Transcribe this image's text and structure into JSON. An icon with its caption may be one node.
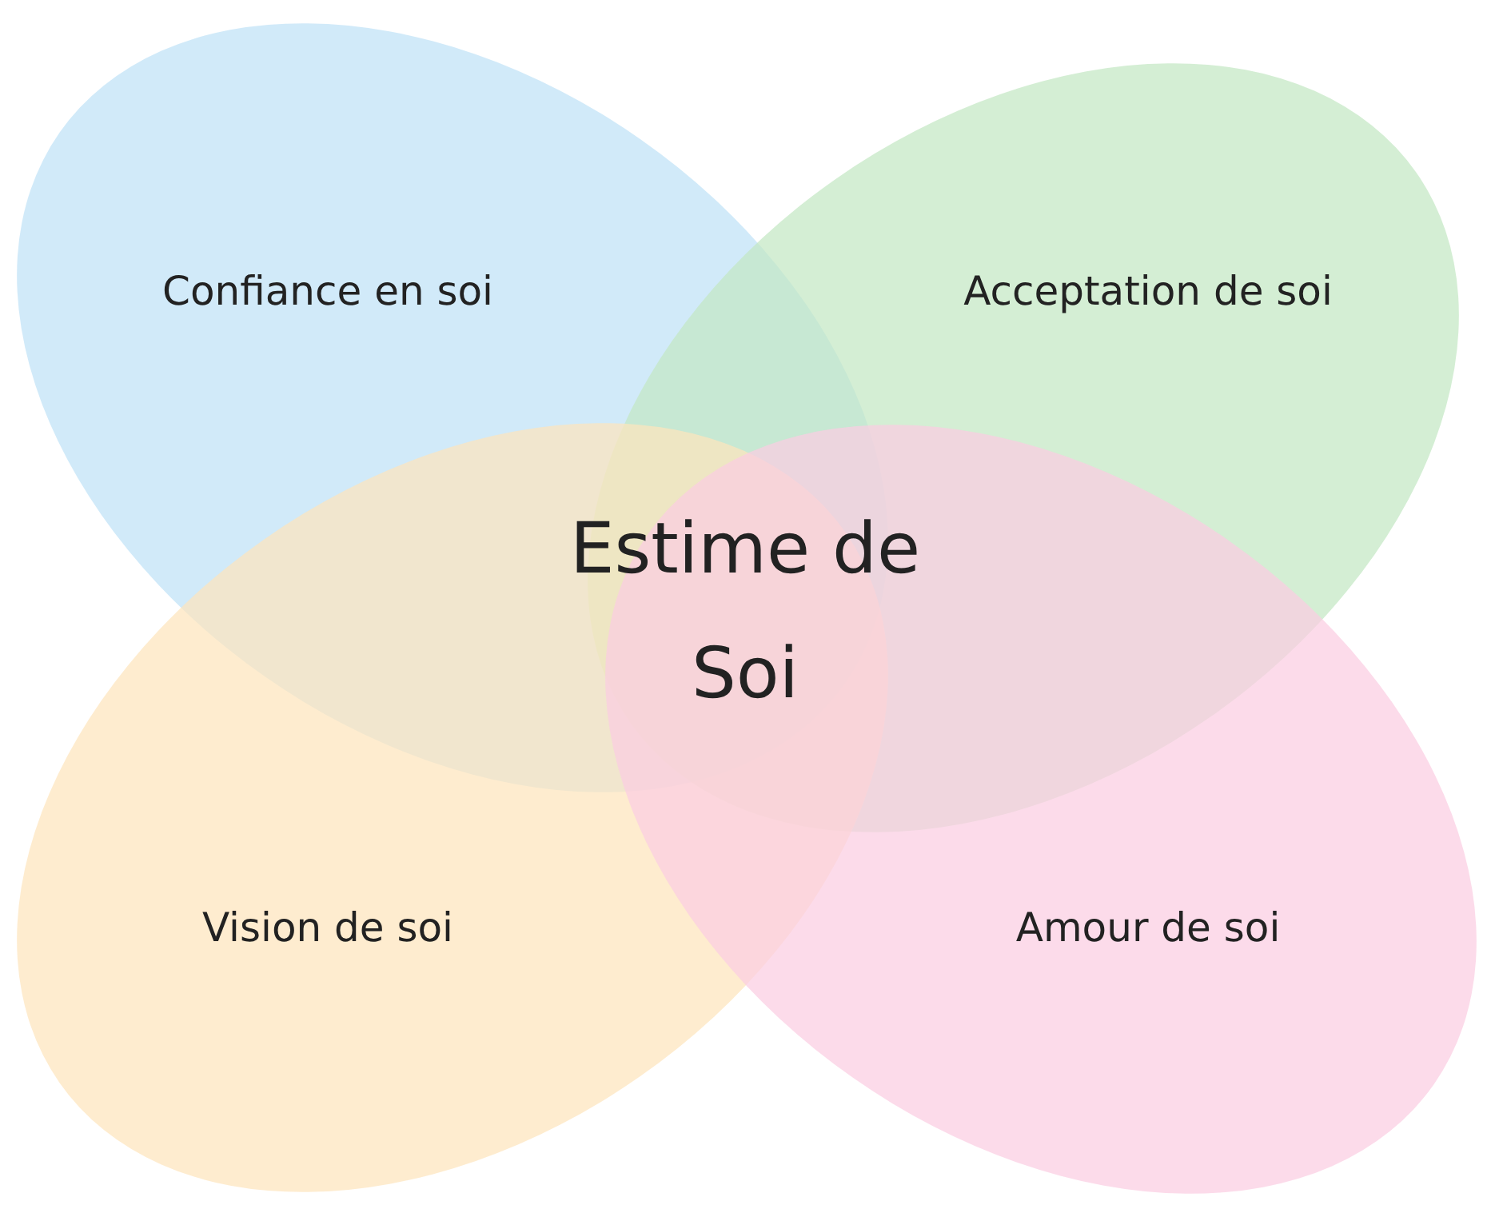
{
  "diagram": {
    "nodes": [
      {
        "text": [
          "Confiance en soi"
        ]
      },
      {
        "text": [
          "Acceptation de soi"
        ]
      },
      {
        "text": [
          "Vision de soi"
        ]
      },
      {
        "text": [
          "Amour de soi"
        ]
      }
    ],
    "labels": [
      "Estime de Soi"
    ]
  }
}
